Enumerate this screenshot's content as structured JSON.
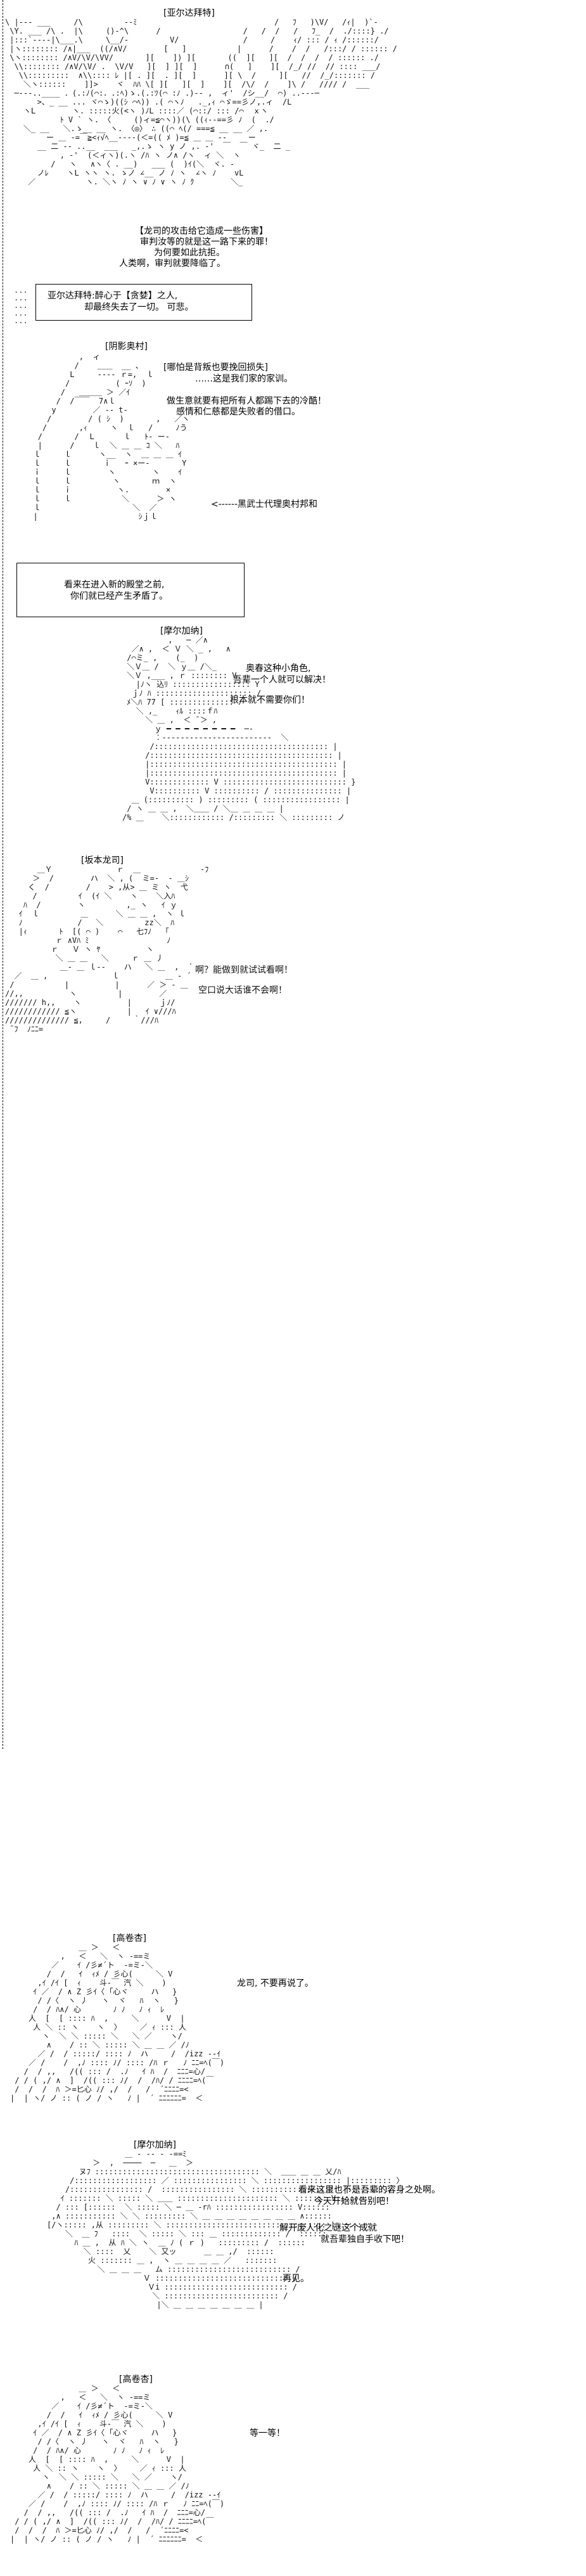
{
  "panels": [
    {
      "speaker": "[亚尔达拜特]",
      "lines": [
        "【龙司的攻击给它造成一些伤害】",
        "审判汝等的就是这一路下来的罪！",
        "为何要如此抗拒。",
        "人类啊，审判就要降临了。"
      ]
    },
    {
      "lines": [
        "亚尔达拜特:醉心于【贪婪】之人,",
        "却最终失去了一切。 可悲。"
      ]
    },
    {
      "speaker": "[阴影奥村]",
      "lines": [
        "[哪怕是背叛也要挽回损失]",
        "……这是我们家的家训。",
        "做生意就要有把所有人都踢下去的冷酷！",
        "感情和仁慈都是失败者的借口。",
        "<------黑武士代理奥村邦和"
      ]
    },
    {
      "lines": [
        "看来在进入新的殿堂之前,",
        "你们就已经产生矛盾了。"
      ]
    },
    {
      "speaker": "[摩尔加纳]",
      "lines": [
        "奥春这种小角色,",
        "吾辈一个人就可以解决！",
        "根本就不需要你们！"
      ]
    },
    {
      "speaker": "[坂本龙司]",
      "lines": [
        "啊？能做到就试试看啊！",
        "空口说大话谁不会啊！"
      ]
    },
    {
      "speaker": "[高卷杏]",
      "lines": [
        "龙司, 不要再说了。"
      ]
    },
    {
      "speaker": "[摩尔加纳]",
      "lines": [
        "看来这里也不是吾辈的容身之处啊。",
        "今天开始就告别吧！",
        "解开废人化之谜这个成就",
        "就吾辈独自手收下吧！",
        "再见。"
      ]
    },
    {
      "speaker": "[高卷杏]",
      "lines": [
        "等一等！"
      ]
    }
  ]
}
